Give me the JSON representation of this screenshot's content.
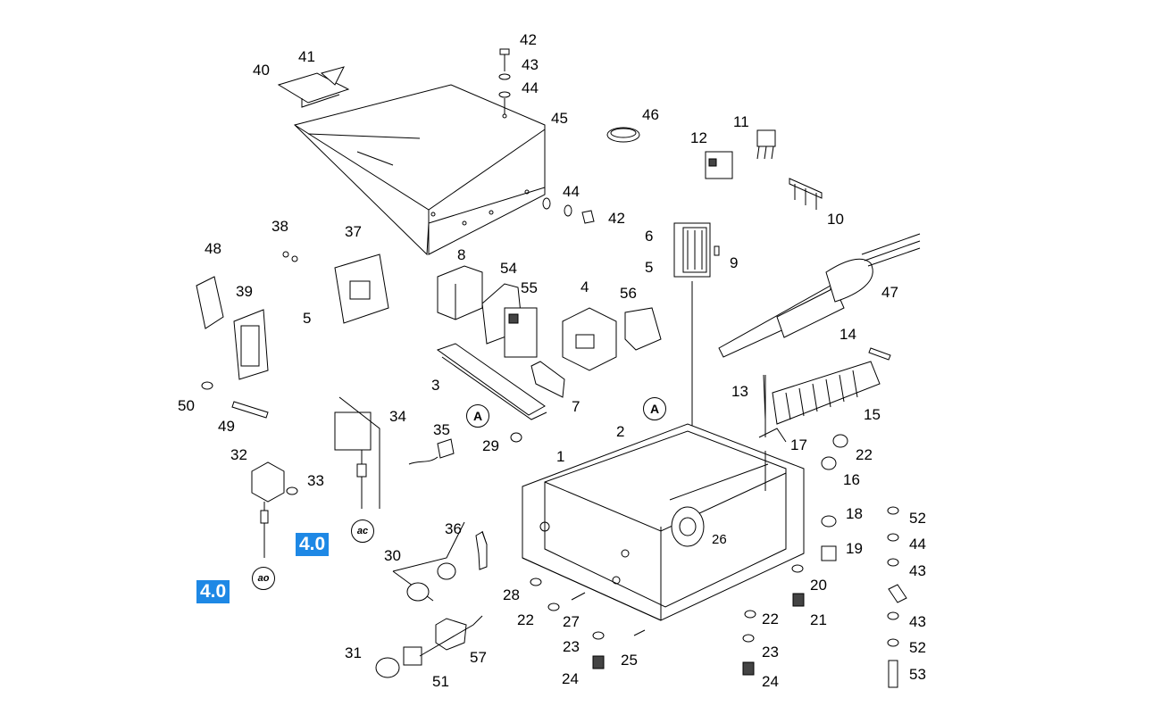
{
  "parts": [
    "1",
    "2",
    "3",
    "4",
    "5",
    "5",
    "6",
    "7",
    "8",
    "9",
    "10",
    "11",
    "12",
    "13",
    "14",
    "15",
    "16",
    "17",
    "18",
    "19",
    "20",
    "21",
    "22",
    "22",
    "22",
    "22",
    "23",
    "23",
    "24",
    "24",
    "25",
    "26",
    "27",
    "28",
    "29",
    "30",
    "31",
    "32",
    "33",
    "34",
    "35",
    "36",
    "37",
    "38",
    "39",
    "40",
    "41",
    "42",
    "42",
    "43",
    "43",
    "43",
    "43",
    "44",
    "44",
    "44",
    "45",
    "46",
    "47",
    "48",
    "49",
    "50",
    "51",
    "52",
    "52",
    "53",
    "54",
    "55",
    "56",
    "57"
  ],
  "refs": {
    "badge_1": "4.0",
    "badge_2": "4.0",
    "circle_a1": "A",
    "circle_a2": "A",
    "circle_ac": "ac",
    "circle_ao": "ao"
  },
  "colors": {
    "badge": "#1e88e5",
    "line": "#000000",
    "background": "#ffffff"
  }
}
